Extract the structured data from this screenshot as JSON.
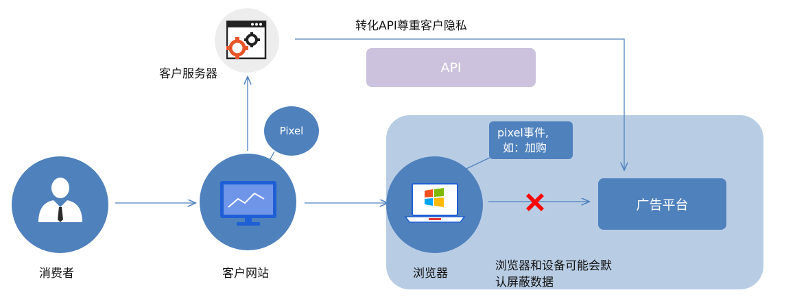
{
  "labels": {
    "consumer": "消费者",
    "website": "客户网站",
    "browser": "浏览器",
    "server": "客户服务器",
    "top_note": "转化API尊重客户隐私",
    "pixel": "Pixel",
    "api": "API",
    "ad_platform": "广告平台",
    "event_line1": "pixel事件,",
    "event_line2": "如：加购",
    "block_note_line1": "浏览器和设备可能会默",
    "block_note_line2": "认屏蔽数据"
  },
  "colors": {
    "node_blue": "#4f81bd",
    "panel_blue": "#b8cde4",
    "api_purple": "#ccc2dd",
    "server_grey": "#ededed",
    "arrow": "#4f81bd",
    "blocked_x": "#ff0000"
  },
  "icons": {
    "consumer": "user-suit-icon",
    "website": "monitor-chart-icon",
    "browser": "laptop-windows-icon",
    "server": "server-gear-icon",
    "blocked": "red-x-icon"
  }
}
